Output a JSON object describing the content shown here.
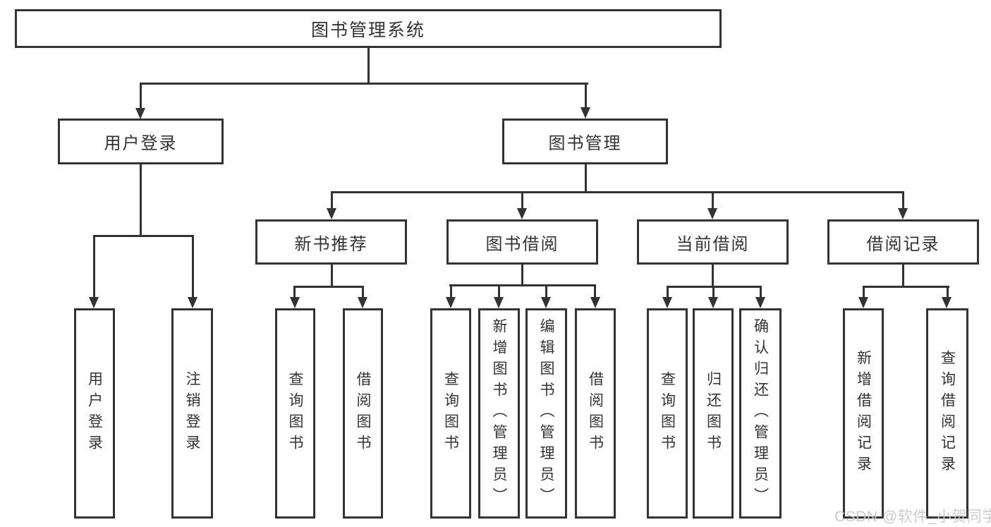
{
  "watermark": "CSDN @软件_小贺同学",
  "colors": {
    "line": "#333333",
    "text": "#333333",
    "watermark": "#c9c9c9",
    "background": "#ffffff"
  },
  "tree": {
    "label": "图书管理系统",
    "children": [
      {
        "label": "用户登录",
        "children": [
          {
            "label": "用户登录"
          },
          {
            "label": "注销登录"
          }
        ]
      },
      {
        "label": "图书管理",
        "children": [
          {
            "label": "新书推荐",
            "children": [
              {
                "label": "查询图书"
              },
              {
                "label": "借阅图书"
              }
            ]
          },
          {
            "label": "图书借阅",
            "children": [
              {
                "label": "查询图书"
              },
              {
                "label": "新增图书（管理员）"
              },
              {
                "label": "编辑图书（管理员）"
              },
              {
                "label": "借阅图书"
              }
            ]
          },
          {
            "label": "当前借阅",
            "children": [
              {
                "label": "查询图书"
              },
              {
                "label": "归还图书"
              },
              {
                "label": "确认归还（管理员）"
              }
            ]
          },
          {
            "label": "借阅记录",
            "children": [
              {
                "label": "新增借阅记录"
              },
              {
                "label": "查询借阅记录"
              }
            ]
          }
        ]
      }
    ]
  }
}
